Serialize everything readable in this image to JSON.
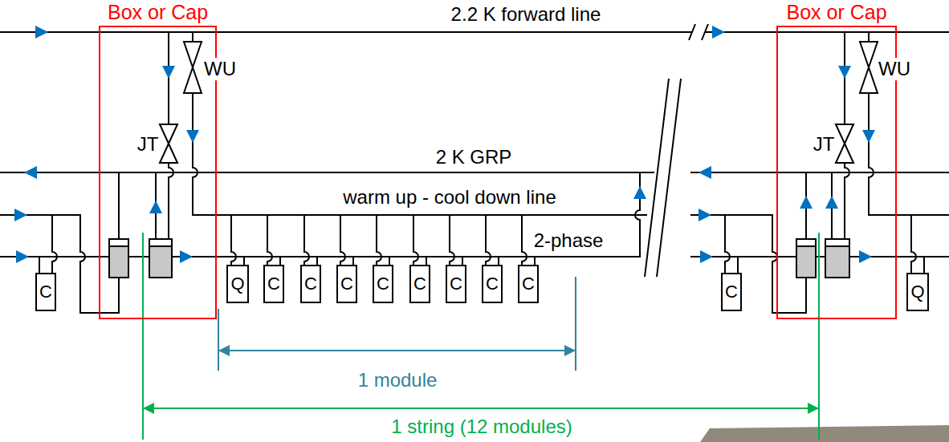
{
  "diagram": {
    "nodes": [
      {
        "text": [
          "Box or Cap"
        ]
      },
      {
        "text": [
          "Box or Cap"
        ]
      },
      {
        "text": [
          "C"
        ]
      },
      {
        "text": [
          "Q"
        ]
      },
      {
        "text": [
          "C"
        ]
      },
      {
        "text": [
          "C"
        ]
      },
      {
        "text": [
          "C"
        ]
      },
      {
        "text": [
          "C"
        ]
      },
      {
        "text": [
          "C"
        ]
      },
      {
        "text": [
          "C"
        ]
      },
      {
        "text": [
          "C"
        ]
      },
      {
        "text": [
          "C"
        ]
      },
      {
        "text": [
          "C"
        ]
      },
      {
        "text": [
          "Q"
        ]
      }
    ],
    "labels": [
      "2.2 K forward line",
      "WU",
      "JT",
      "WU",
      "JT",
      "2 K GRP",
      "warm up - cool down line",
      "2-phase",
      "1 module",
      "1 string (12 modules)"
    ]
  }
}
